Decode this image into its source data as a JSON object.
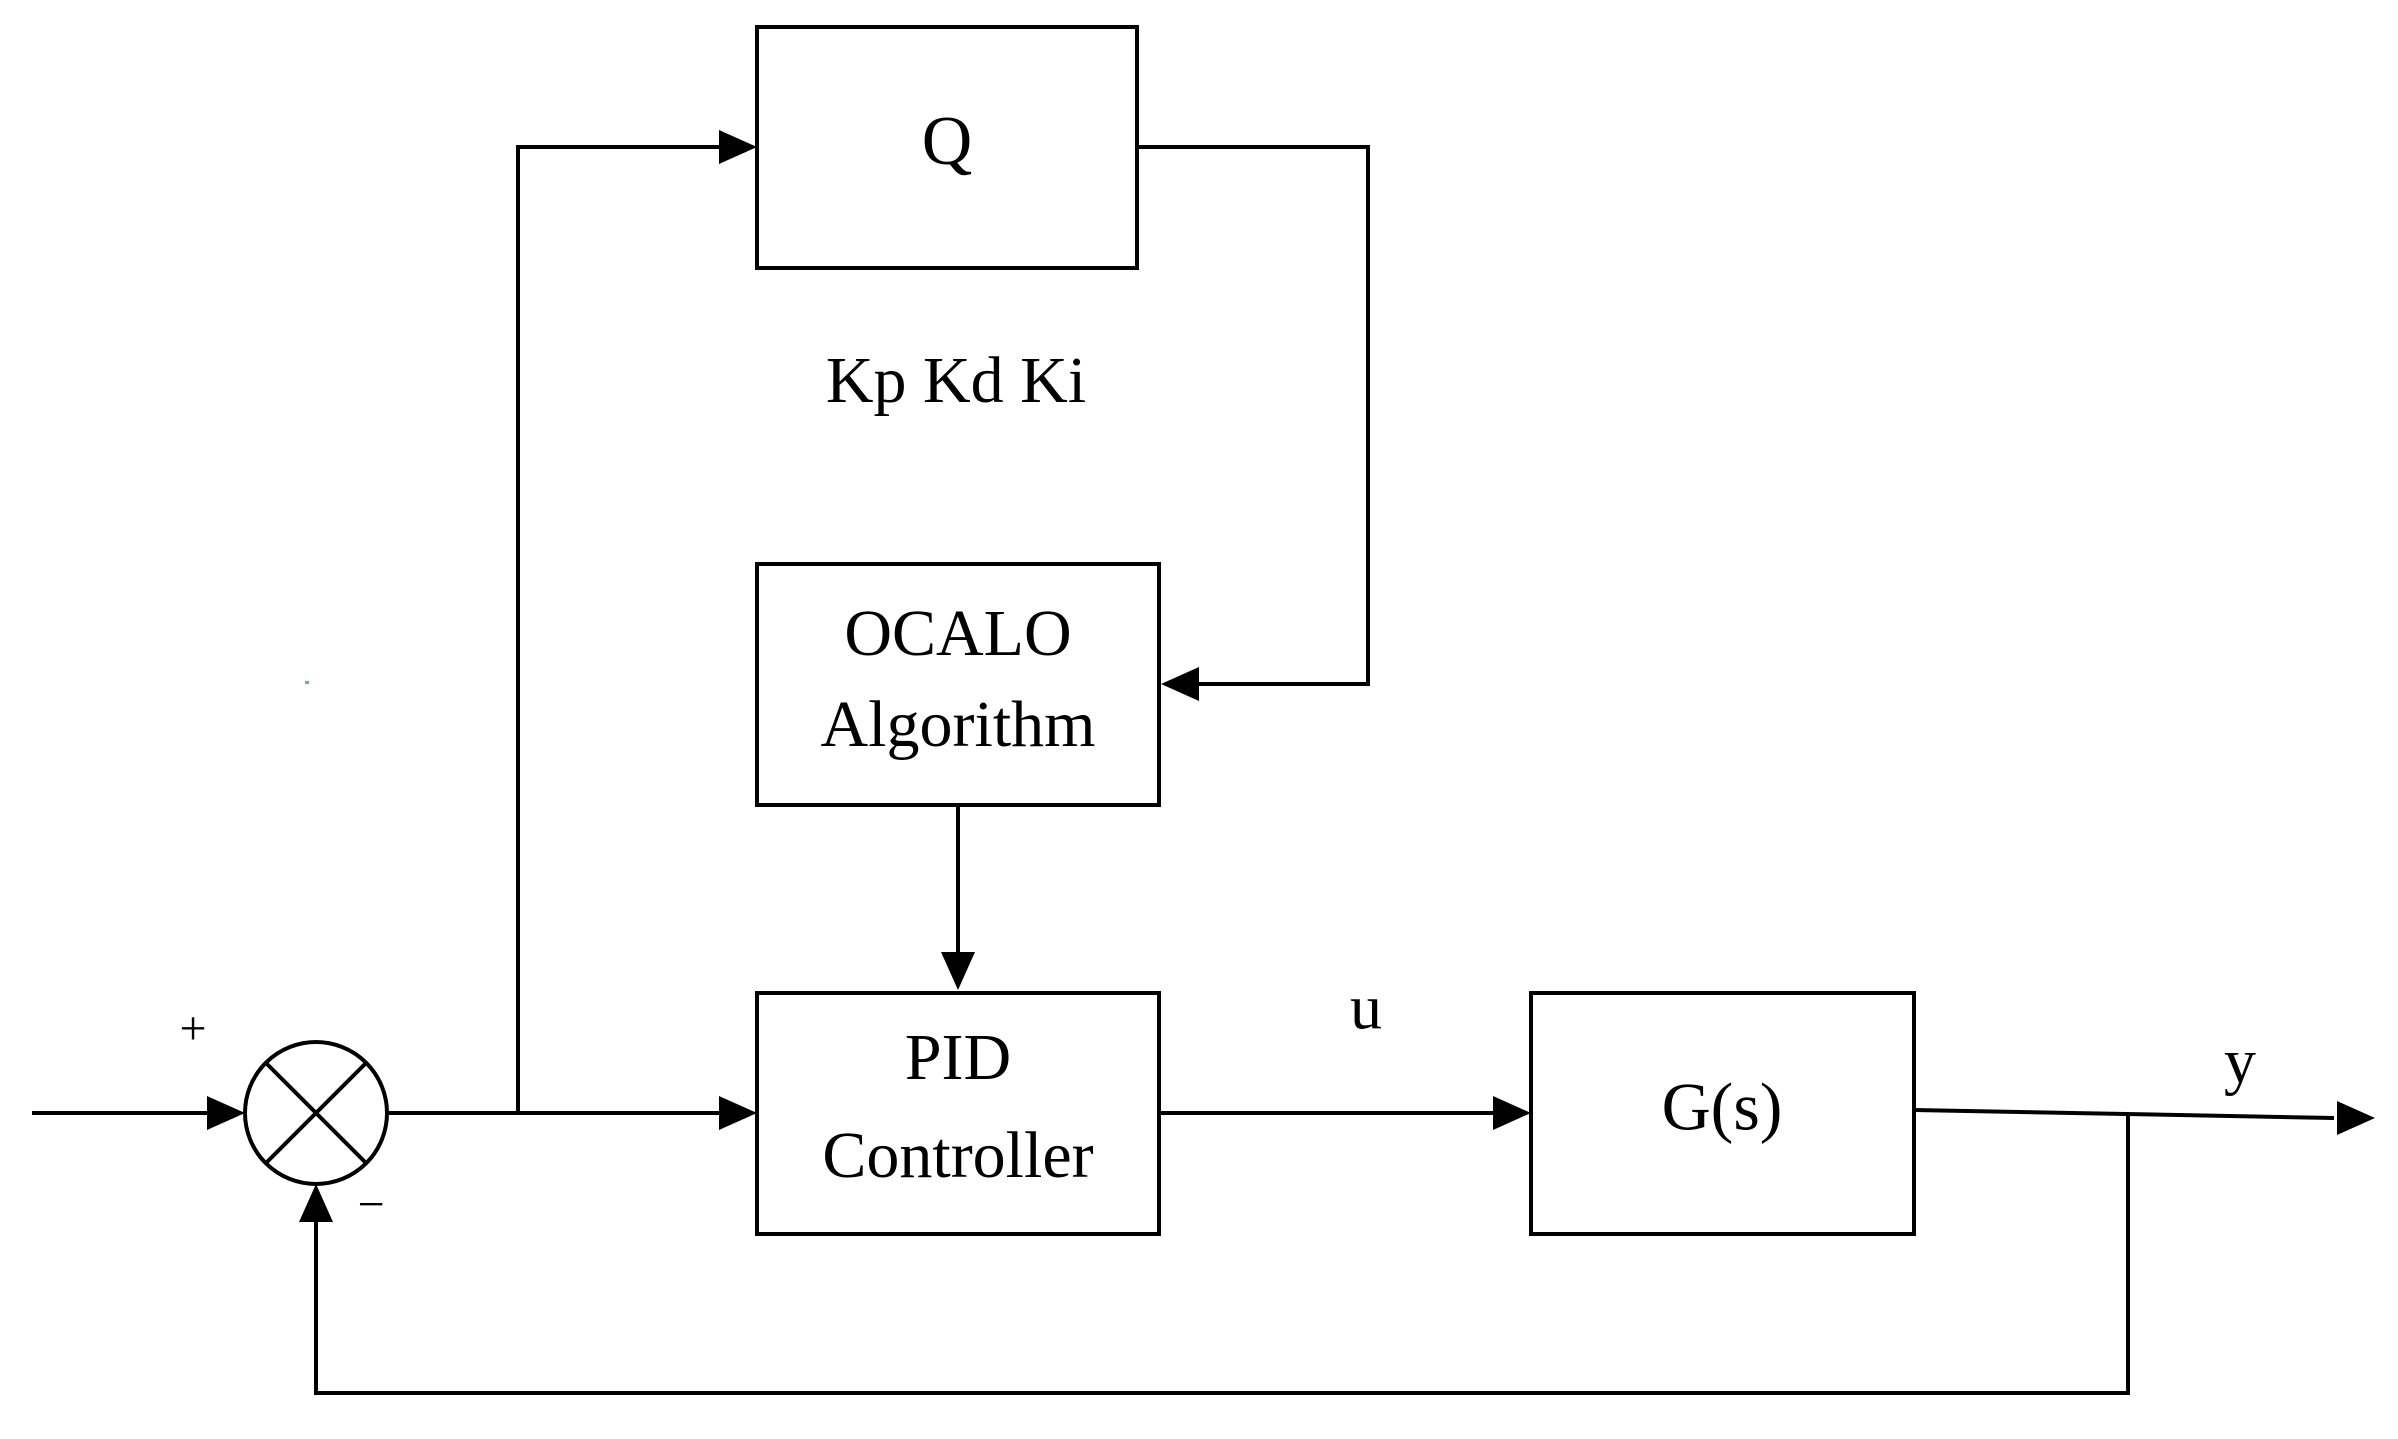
{
  "blocks": {
    "q": "Q",
    "ocalo_line1": "OCALO",
    "ocalo_line2": "Algorithm",
    "pid_line1": "PID",
    "pid_line2": "Controller",
    "plant": "G(s)"
  },
  "labels": {
    "gains": "Kp Kd Ki",
    "control_signal": "u",
    "output": "y",
    "plus_sign": "+",
    "minus_sign": "−"
  }
}
